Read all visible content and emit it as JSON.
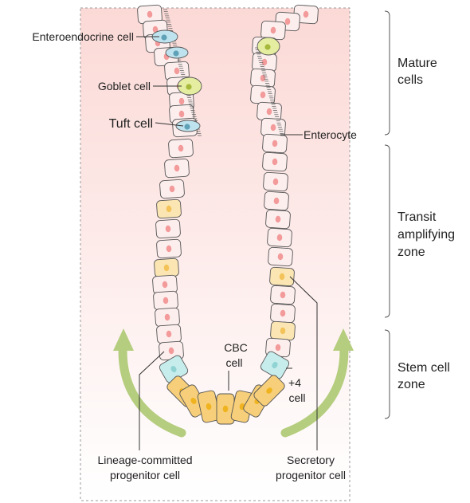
{
  "labels": {
    "enteroendocrine": "Enteroendocrine cell",
    "goblet": "Goblet cell",
    "tuft": "Tuft cell",
    "enterocyte": "Enterocyte",
    "cbc_line1": "CBC",
    "cbc_line2": "cell",
    "plus4_line1": "+4",
    "plus4_line2": "cell",
    "lineage_line1": "Lineage-committed",
    "lineage_line2": "progenitor cell",
    "secretory_line1": "Secretory",
    "secretory_line2": "progenitor cell"
  },
  "zones": {
    "mature_line1": "Mature",
    "mature_line2": "cells",
    "transit_line1": "Transit",
    "transit_line2": "amplifying",
    "transit_line3": "zone",
    "stem_line1": "Stem cell",
    "stem_line2": "zone"
  },
  "colors": {
    "background_gradient_top": "#fbd9d6",
    "background_gradient_bottom": "#ffffff",
    "cell_fill": "#fdeeee",
    "cell_nucleus": "#f39a9a",
    "progenitor_fill": "#fbe6b3",
    "progenitor_nucleus": "#f3c35a",
    "cbc_fill": "#f7cf7a",
    "cbc_nucleus": "#f0b320",
    "stem4_fill": "#c7ecec",
    "goblet_fill": "#e5eda0",
    "goblet_nucleus": "#a7b93a",
    "tuft_fill": "#bfe3ee",
    "arrow": "#b5cd7e"
  }
}
